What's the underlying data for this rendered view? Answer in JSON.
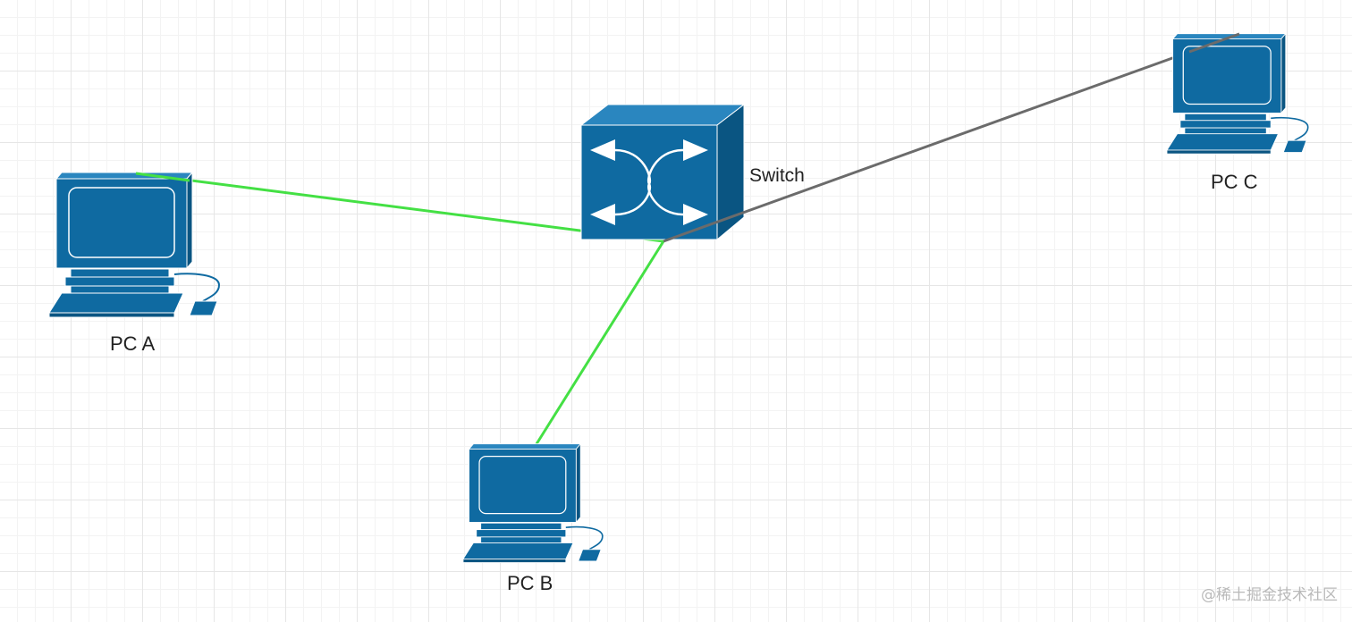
{
  "nodes": {
    "pc_a": {
      "label": "PC A"
    },
    "pc_b": {
      "label": "PC B"
    },
    "pc_c": {
      "label": "PC C"
    },
    "switch": {
      "label": "Switch"
    }
  },
  "links": [
    {
      "from": "pc_a",
      "to": "switch",
      "color": "#44e044"
    },
    {
      "from": "pc_b",
      "to": "switch",
      "color": "#44e044"
    },
    {
      "from": "pc_c",
      "to": "switch",
      "color": "#6b6b6b"
    }
  ],
  "colors": {
    "device_fill": "#0f6aa1",
    "device_dark": "#0a5582",
    "device_light": "#2a86bf",
    "device_stroke": "#ffffff",
    "grid_line": "#e6e6e6"
  },
  "watermark": "@稀土掘金技术社区"
}
